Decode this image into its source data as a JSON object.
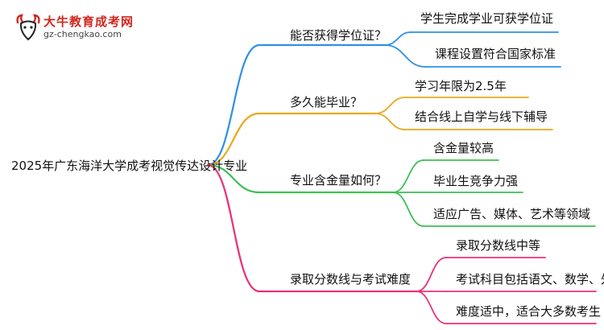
{
  "logo": {
    "title": "大牛教育成考网",
    "url": "gz-chengkao.com",
    "mark": "大牛"
  },
  "root": {
    "label": "2025年广东海洋大学成考视觉传达设计专业"
  },
  "branches": [
    {
      "label": "能否获得学位证？",
      "color": "#2f8ee8",
      "children": [
        "学生完成学业可获学位证",
        "课程设置符合国家标准"
      ]
    },
    {
      "label": "多久能毕业？",
      "color": "#e8a91c",
      "children": [
        "学习年限为2.5年",
        "结合线上自学与线下辅导"
      ]
    },
    {
      "label": "专业含金量如何？",
      "color": "#3cbf55",
      "children": [
        "含金量较高",
        "毕业生竞争力强",
        "适应广告、媒体、艺术等领域"
      ]
    },
    {
      "label": "录取分数线与考试难度",
      "color": "#e8327a",
      "children": [
        "录取分数线中等",
        "考试科目包括语文、数学、外语",
        "难度适中，适合大多数考生"
      ]
    }
  ]
}
